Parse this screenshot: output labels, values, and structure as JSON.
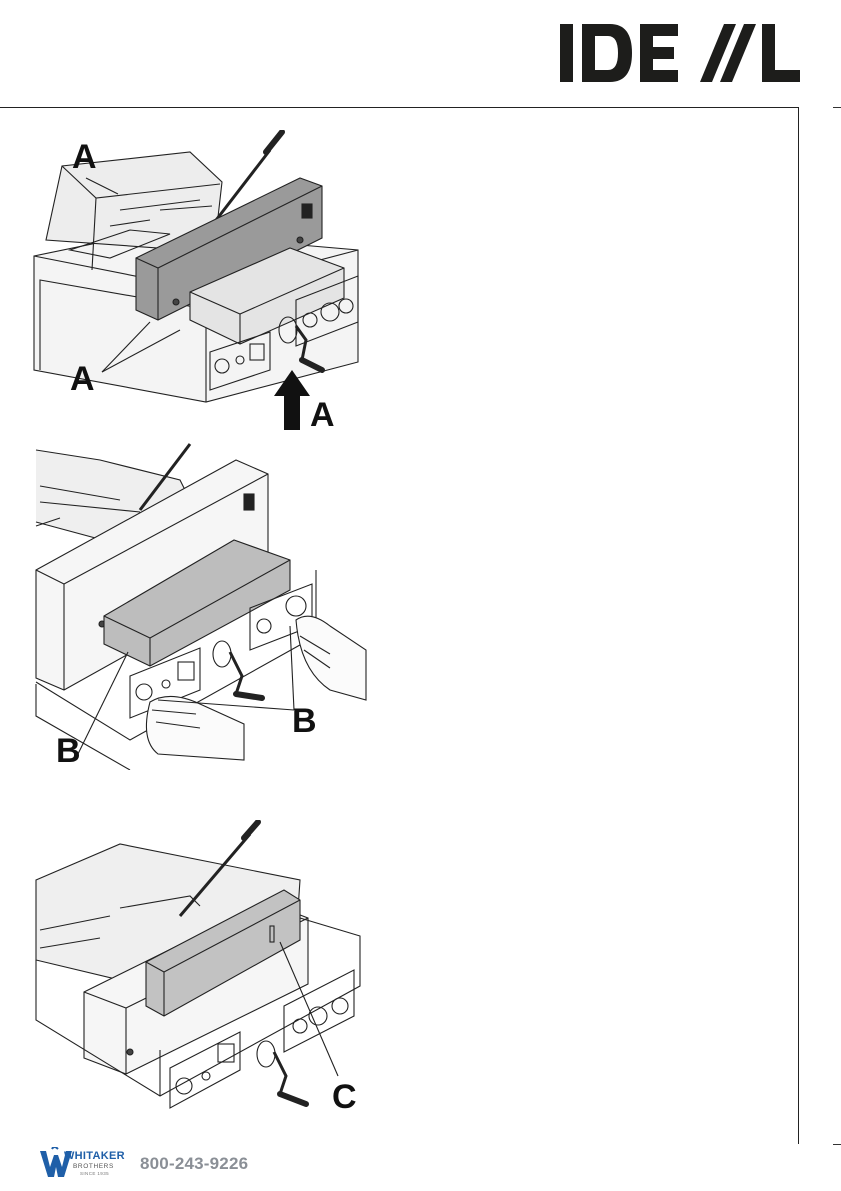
{
  "brand": {
    "logo_text": "IDEAL"
  },
  "figures": [
    {
      "labels": [
        "A",
        "A",
        "A"
      ]
    },
    {
      "labels": [
        "B",
        "B"
      ]
    },
    {
      "labels": [
        "C"
      ]
    }
  ],
  "footer": {
    "company": "WHITAKER",
    "company_sub": "BROTHERS",
    "since": "SINCE 1935",
    "phone": "800-243-9226"
  }
}
